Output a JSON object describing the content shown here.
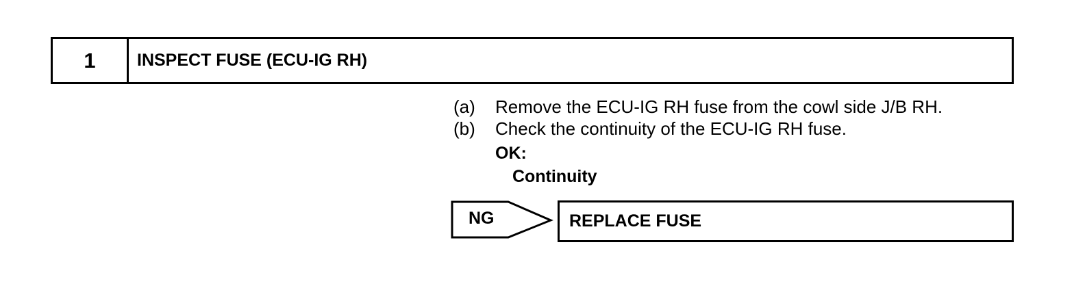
{
  "step": {
    "number": "1",
    "title": "INSPECT FUSE (ECU-IG RH)"
  },
  "instructions": [
    {
      "label": "(a)",
      "text": "Remove the ECU-IG RH fuse from the cowl side J/B RH."
    },
    {
      "label": "(b)",
      "text": "Check the continuity of the ECU-IG RH fuse."
    }
  ],
  "ok": {
    "label": "OK:",
    "value": "Continuity"
  },
  "ng": {
    "label": "NG",
    "action": "REPLACE FUSE"
  }
}
